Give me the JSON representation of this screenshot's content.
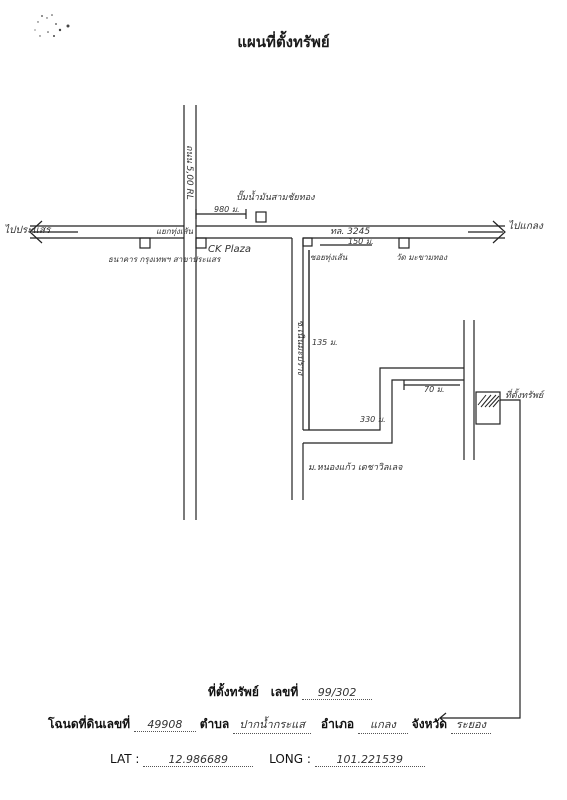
{
  "header": {
    "title": "แผนที่ตั้งทรัพย์"
  },
  "map": {
    "labels": {
      "left_destination": "ไปประแสร",
      "right_destination": "ไปแกลง",
      "road_vertical": "ถนน 5,00 RL",
      "intersection": "แยกทุ่งเส้น",
      "road_number": "ทล. 3245",
      "ck_plaza": "CK Plaza",
      "dist_980": "980 ม.",
      "dist_150": "150 ม.",
      "dist_135": "135 ม.",
      "dist_330": "330 ม.",
      "dist_70": "70 ม.",
      "gas_station": "ปั๊มน้ำมันสามชัยทอง",
      "bank": "ธนาคาร กรุงเทพฯ สาขาประแสร",
      "lane": "ซอยทุ่งเส้น",
      "temple": "วัด มะขามทอง",
      "side_road": "ซ.เนินมะปราง",
      "village": "ม.หนองแก้ว เดชาวิลเลจ",
      "property": "ที่ตั้งทรัพย์"
    }
  },
  "form": {
    "address_label": "ที่ตั้งทรัพย์",
    "house_no_label": "เลขที่",
    "house_no": "99/302",
    "deed_label": "โฉนดที่ดินเลขที่",
    "deed_no": "49908",
    "subdistrict_label": "ตำบล",
    "subdistrict": "ปากน้ำกระแส",
    "district_label": "อำเภอ",
    "district": "แกลง",
    "province_label": "จังหวัด",
    "province": "ระยอง",
    "lat_label": "LAT :",
    "lat": "12.986689",
    "long_label": "LONG :",
    "long": "101.221539"
  }
}
